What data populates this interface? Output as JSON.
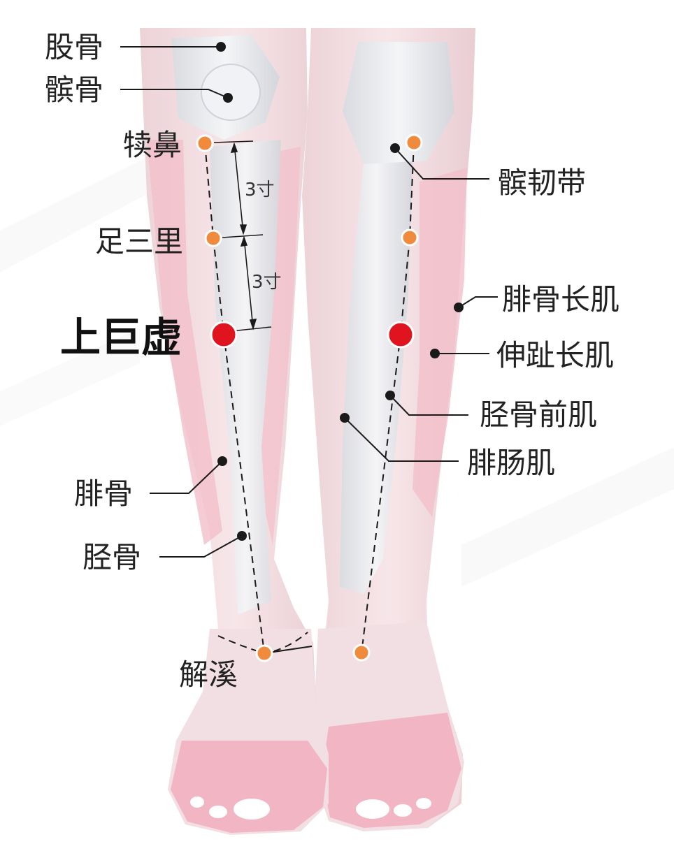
{
  "labels": {
    "femur": "股骨",
    "patella": "髌骨",
    "dubi": "犊鼻",
    "zusanli": "足三里",
    "shangjuxu": "上巨虚",
    "fibula": "腓骨",
    "tibia": "胫骨",
    "jiexi": "解溪",
    "patellar_ligament": "髌韧带",
    "peroneus_longus": "腓骨长肌",
    "extensor_digitorum_longus": "伸趾长肌",
    "tibialis_anterior": "胫骨前肌",
    "gastrocnemius": "腓肠肌"
  },
  "measurements": {
    "upper": "3寸",
    "lower": "3寸"
  },
  "colors": {
    "main_point": "#e0141e",
    "minor_point": "#f08a3c",
    "muscle_pink": "#f6c9d2",
    "bone": "#e9eaee",
    "line": "#1a1a1a"
  }
}
